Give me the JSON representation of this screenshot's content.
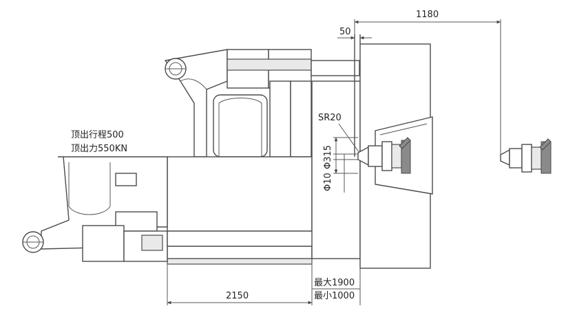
{
  "dimensions": {
    "dim_1180": "1180",
    "dim_50": "50",
    "dim_2150": "2150",
    "sr20": "SR20",
    "phi315": "Φ315",
    "phi10": "Φ10",
    "max_open": "最大1900",
    "min_open": "最小1000"
  },
  "ejector": {
    "stroke": "顶出行程500",
    "force": "顶出力550KN"
  },
  "colors": {
    "line": "#4a4a4a",
    "fill_gray": "#e9e9e9",
    "dark": "#8a8a8a"
  }
}
